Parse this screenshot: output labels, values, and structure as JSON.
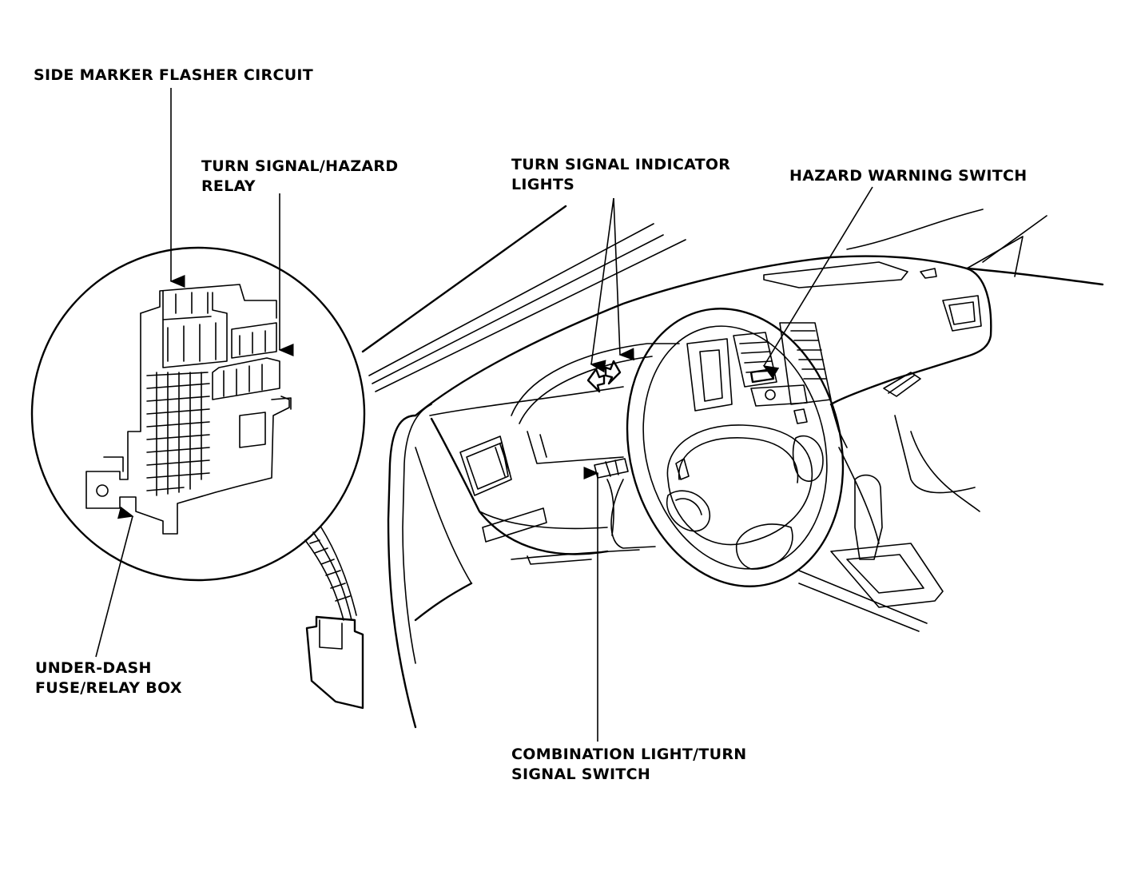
{
  "labels": {
    "side_marker_flasher": "SIDE MARKER FLASHER CIRCUIT",
    "turn_signal_hazard_relay": [
      "TURN SIGNAL/HAZARD",
      "RELAY"
    ],
    "turn_signal_indicator_lights": [
      "TURN SIGNAL INDICATOR",
      "LIGHTS"
    ],
    "hazard_warning_switch": "HAZARD WARNING SWITCH",
    "under_dash_fuse_relay_box": [
      "UNDER-DASH",
      "FUSE/RELAY BOX"
    ],
    "combination_light_turn_signal_switch": [
      "COMBINATION LIGHT/TURN",
      "SIGNAL SWITCH"
    ]
  }
}
